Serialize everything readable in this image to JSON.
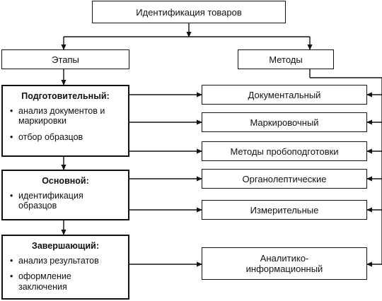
{
  "title": "Идентификация товаров",
  "stages_header": "Этапы",
  "methods_header": "Методы",
  "stages": [
    {
      "title": "Подготовительный:",
      "items": [
        "анализ документов и маркировки",
        "отбор образцов"
      ]
    },
    {
      "title": "Основной:",
      "items": [
        "идентификация образцов"
      ]
    },
    {
      "title": "Завершающий:",
      "items": [
        "анализ результатов",
        "оформление заключения"
      ]
    }
  ],
  "methods": [
    "Документальный",
    "Маркировочный",
    "Методы пробоподготовки",
    "Органолептические",
    "Измерительные",
    "Аналитико-информационный"
  ]
}
